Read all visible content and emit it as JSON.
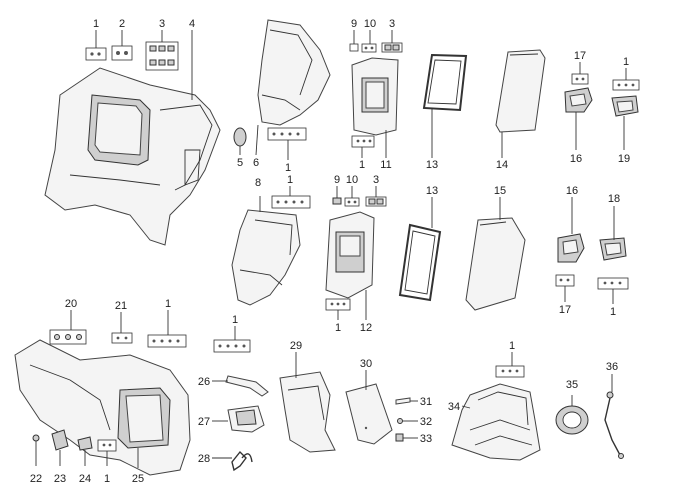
{
  "callouts": {
    "c1": "1",
    "c2": "2",
    "c3": "3",
    "c4": "4",
    "c5": "5",
    "c6": "6",
    "c8": "8",
    "c9": "9",
    "c10": "10",
    "c11": "11",
    "c12": "12",
    "c13": "13",
    "c14": "14",
    "c15": "15",
    "c16": "16",
    "c17": "17",
    "c18": "18",
    "c19": "19",
    "c20": "20",
    "c21": "21",
    "c22": "22",
    "c23": "23",
    "c24": "24",
    "c25": "25",
    "c26": "26",
    "c27": "27",
    "c28": "28",
    "c29": "29",
    "c30": "30",
    "c31": "31",
    "c32": "32",
    "c33": "33",
    "c34": "34",
    "c35": "35",
    "c36": "36"
  }
}
